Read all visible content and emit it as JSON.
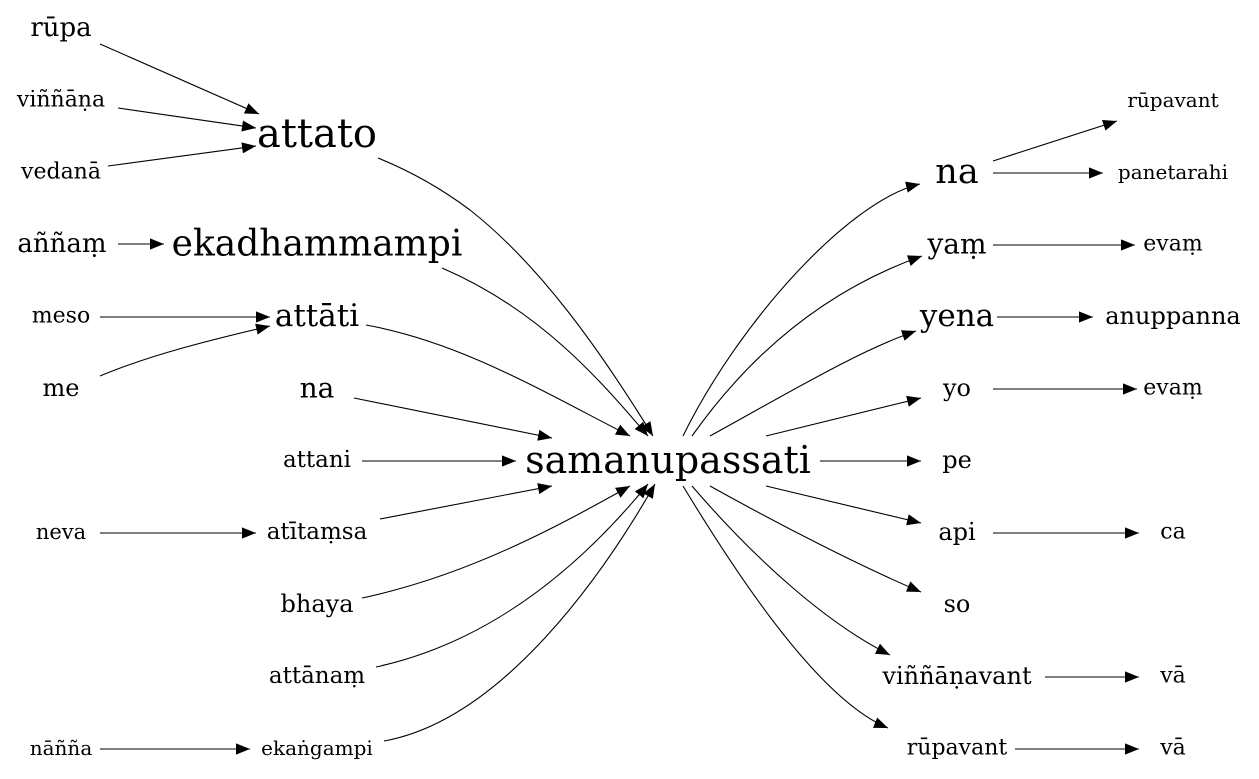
{
  "graph": {
    "nodes": {
      "rupa": "rūpa",
      "vinnana": "viññāṇa",
      "vedana": "vedanā",
      "attato": "attato",
      "annam": "aññaṃ",
      "ekadhammampi": "ekadhammampi",
      "meso": "meso",
      "attati": "attāti",
      "me": "me",
      "na_left": "na",
      "attani": "attani",
      "neva": "neva",
      "atitamsa": "atītaṃsa",
      "bhaya": "bhaya",
      "attanam": "attānaṃ",
      "nanna": "nāñña",
      "ekangampi": "ekaṅgampi",
      "samanupassati": "samanupassati",
      "na_right": "na",
      "rupavant_top": "rūpavant",
      "panetarahi": "panetarahi",
      "yam": "yaṃ",
      "evam_1": "evaṃ",
      "yena": "yena",
      "anuppanna": "anuppanna",
      "yo": "yo",
      "evam_2": "evaṃ",
      "pe": "pe",
      "api": "api",
      "ca": "ca",
      "so": "so",
      "vinnanavant": "viññāṇavant",
      "va_1": "vā",
      "rupavant_bottom": "rūpavant",
      "va_2": "vā"
    },
    "edges": [
      [
        "rupa",
        "attato"
      ],
      [
        "vinnana",
        "attato"
      ],
      [
        "vedana",
        "attato"
      ],
      [
        "annam",
        "ekadhammampi"
      ],
      [
        "meso",
        "attati"
      ],
      [
        "me",
        "attati"
      ],
      [
        "neva",
        "atitamsa"
      ],
      [
        "nanna",
        "ekangampi"
      ],
      [
        "attato",
        "samanupassati"
      ],
      [
        "ekadhammampi",
        "samanupassati"
      ],
      [
        "attati",
        "samanupassati"
      ],
      [
        "na_left",
        "samanupassati"
      ],
      [
        "attani",
        "samanupassati"
      ],
      [
        "atitamsa",
        "samanupassati"
      ],
      [
        "bhaya",
        "samanupassati"
      ],
      [
        "attanam",
        "samanupassati"
      ],
      [
        "ekangampi",
        "samanupassati"
      ],
      [
        "samanupassati",
        "na_right"
      ],
      [
        "samanupassati",
        "yam"
      ],
      [
        "samanupassati",
        "yena"
      ],
      [
        "samanupassati",
        "yo"
      ],
      [
        "samanupassati",
        "pe"
      ],
      [
        "samanupassati",
        "api"
      ],
      [
        "samanupassati",
        "so"
      ],
      [
        "samanupassati",
        "vinnanavant"
      ],
      [
        "samanupassati",
        "rupavant_bottom"
      ],
      [
        "na_right",
        "rupavant_top"
      ],
      [
        "na_right",
        "panetarahi"
      ],
      [
        "yam",
        "evam_1"
      ],
      [
        "yena",
        "anuppanna"
      ],
      [
        "yo",
        "evam_2"
      ],
      [
        "api",
        "ca"
      ],
      [
        "vinnanavant",
        "va_1"
      ],
      [
        "rupavant_bottom",
        "va_2"
      ]
    ]
  }
}
